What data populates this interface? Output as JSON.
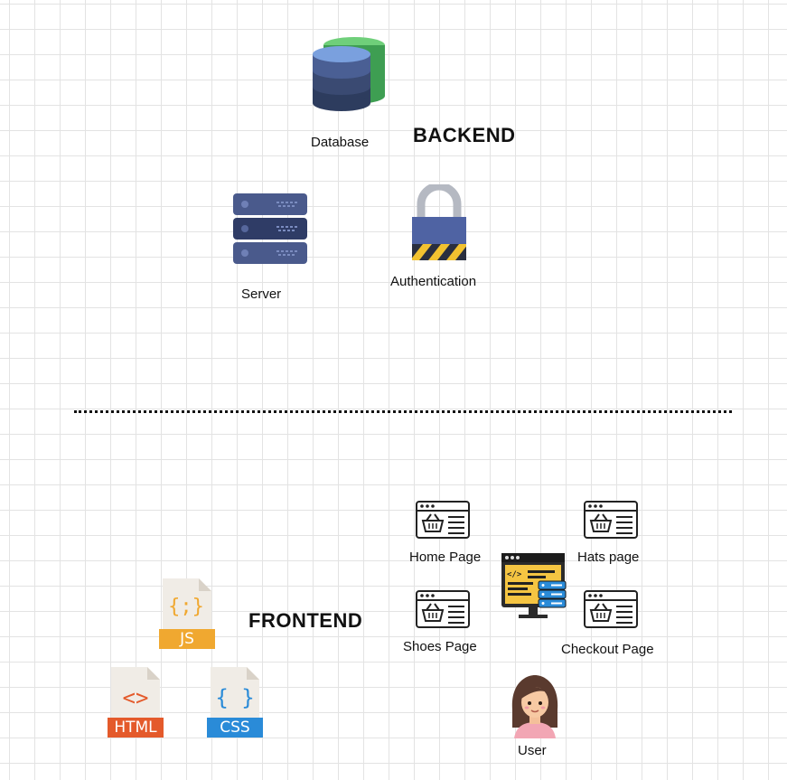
{
  "backend": {
    "heading": "BACKEND",
    "database_label": "Database",
    "server_label": "Server",
    "auth_label": "Authentication"
  },
  "frontend": {
    "heading": "FRONTEND",
    "js_label": "JS",
    "html_label": "HTML",
    "css_label": "CSS",
    "pages": {
      "home": "Home Page",
      "hats": "Hats page",
      "shoes": "Shoes Page",
      "checkout": "Checkout Page"
    },
    "user_label": "User"
  },
  "icons": {
    "database": "database-icon",
    "server": "server-icon",
    "auth": "padlock-icon",
    "js": "js-file-icon",
    "html": "html-file-icon",
    "css": "css-file-icon",
    "page": "shop-page-icon",
    "computer": "computer-code-icon",
    "user": "user-avatar-icon"
  },
  "colors": {
    "database_blue": "#5a7fc2",
    "database_green": "#58b368",
    "server": "#3d4d7a",
    "lock_body": "#4f63a3",
    "lock_stripes": "#f2c230",
    "js": "#f0a830",
    "html": "#e45a2b",
    "css": "#2a8bd8",
    "monitor_screen": "#f5c542"
  }
}
